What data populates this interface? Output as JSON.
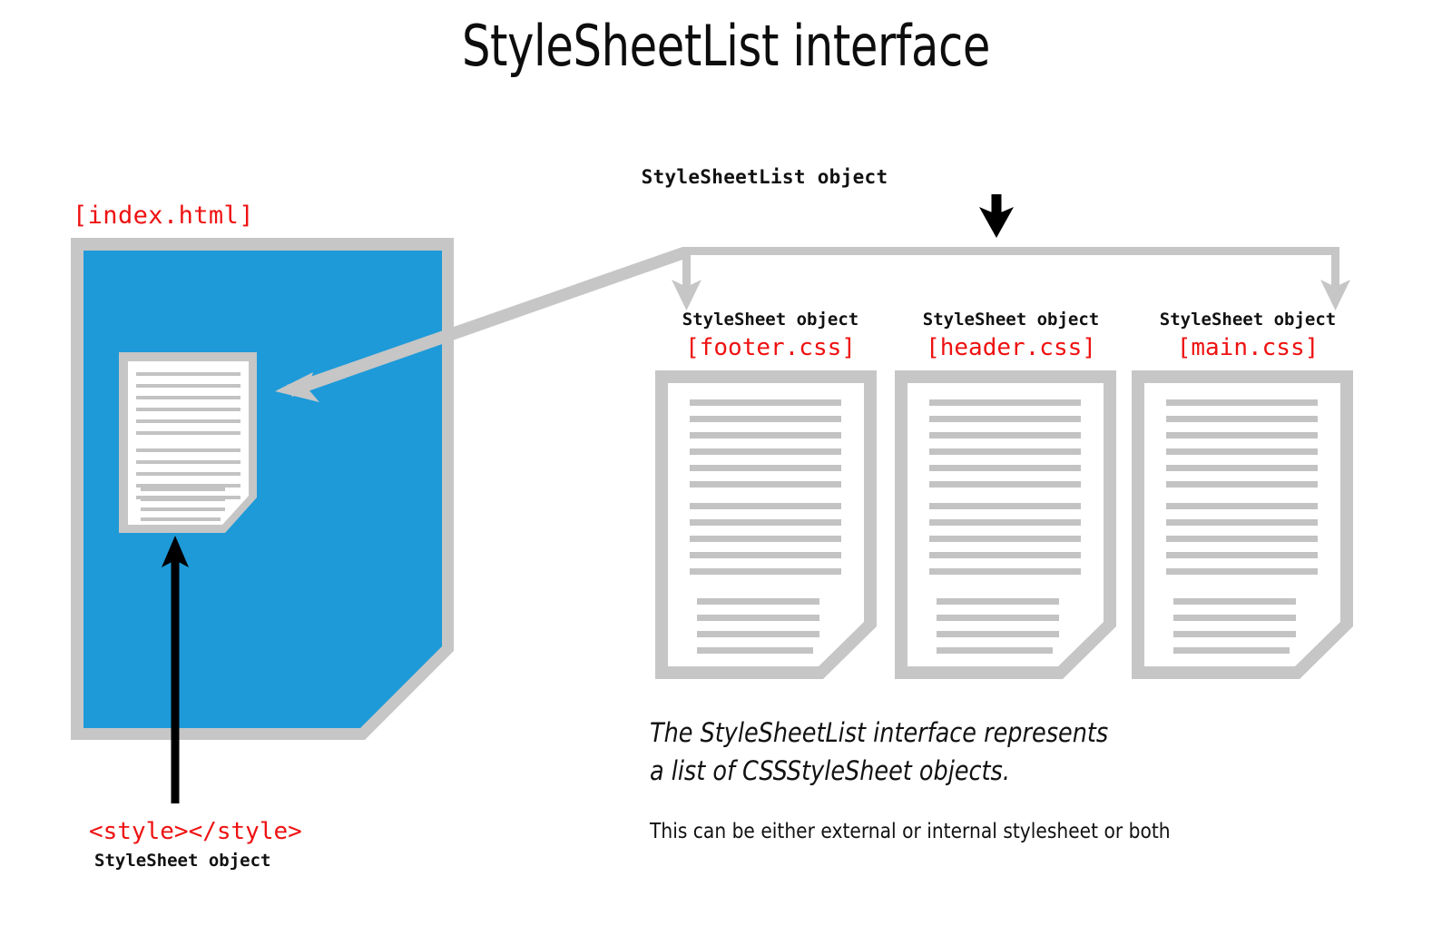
{
  "page": {
    "title": "StyleSheetList interface",
    "background_color": "#ffffff"
  },
  "colors": {
    "blue_page": "#1e9ad8",
    "gray_border": "#c6c6c6",
    "gray_line": "#c3c3c3",
    "red_code": "#ee1111",
    "black": "#111111",
    "sheet_fill": "#ffffff"
  },
  "html_document": {
    "file_label": "[index.html]",
    "internal_sheet_label": "<style></style>",
    "internal_sheet_type": "StyleSheet object"
  },
  "stylesheetlist": {
    "object_label": "StyleSheetList object",
    "items": [
      {
        "object_label": "StyleSheet object",
        "file_label": "[footer.css]"
      },
      {
        "object_label": "StyleSheet object",
        "file_label": "[header.css]"
      },
      {
        "object_label": "StyleSheet object",
        "file_label": "[main.css]"
      }
    ]
  },
  "description": {
    "italic_line_1": "The StyleSheetList interface represents",
    "italic_line_2": "a list of CSSStyleSheet objects.",
    "note": "This can be either external or internal stylesheet or both"
  },
  "icons": {
    "down_arrow_black": "arrow-down-icon",
    "up_arrow_black": "arrow-up-icon",
    "pointer_arrow_gray": "arrow-left-icon",
    "bracket": "branch-bracket-icon"
  }
}
